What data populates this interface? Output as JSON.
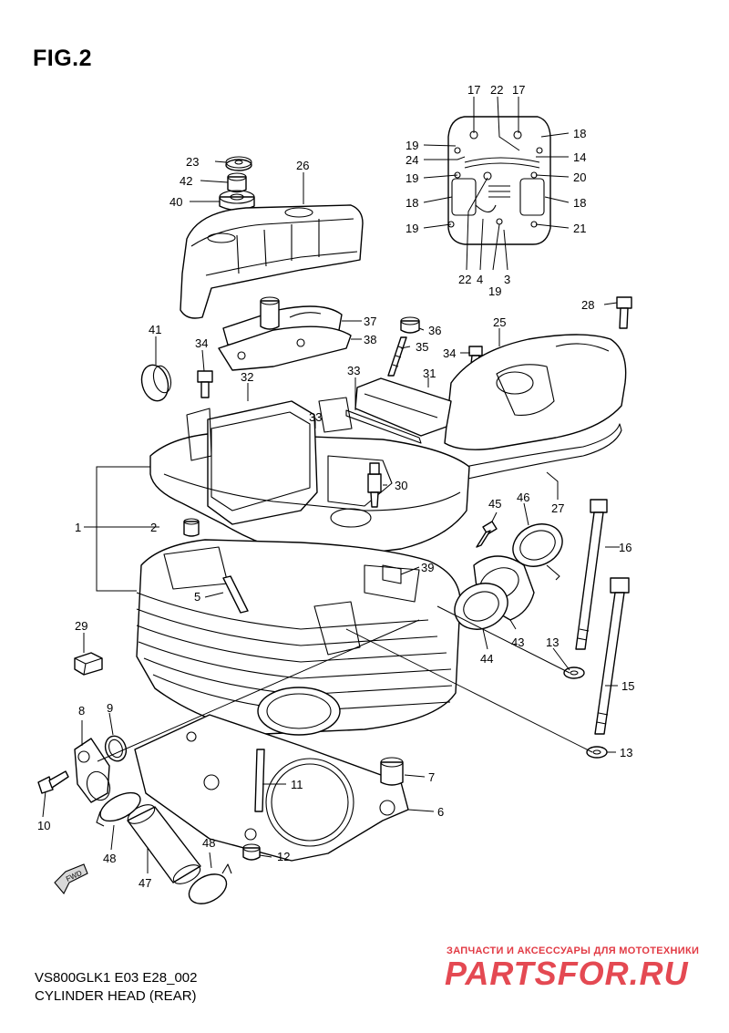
{
  "title": "FIG.2",
  "model_code": "VS800GLK1 E03 E28_002",
  "subtitle": "CYLINDER HEAD (REAR)",
  "watermark": {
    "tagline": "ЗАПЧАСТИ И АКСЕССУАРЫ ДЛЯ МОТОТЕХНИКИ",
    "brand": "PARTSFOR.RU",
    "color": "#e23a44"
  },
  "fwd_label": "FWD",
  "callouts": [
    {
      "id": "c17a",
      "text": "17"
    },
    {
      "id": "c22a",
      "text": "22"
    },
    {
      "id": "c17b",
      "text": "17"
    },
    {
      "id": "c19a",
      "text": "19"
    },
    {
      "id": "c18a",
      "text": "18"
    },
    {
      "id": "c24",
      "text": "24"
    },
    {
      "id": "c14",
      "text": "14"
    },
    {
      "id": "c19b",
      "text": "19"
    },
    {
      "id": "c20",
      "text": "20"
    },
    {
      "id": "c18b",
      "text": "18"
    },
    {
      "id": "c18c",
      "text": "18"
    },
    {
      "id": "c19c",
      "text": "19"
    },
    {
      "id": "c21",
      "text": "21"
    },
    {
      "id": "c22b",
      "text": "22"
    },
    {
      "id": "c4",
      "text": "4"
    },
    {
      "id": "c3",
      "text": "3"
    },
    {
      "id": "c19d",
      "text": "19"
    },
    {
      "id": "c23",
      "text": "23"
    },
    {
      "id": "c42",
      "text": "42"
    },
    {
      "id": "c40",
      "text": "40"
    },
    {
      "id": "c26",
      "text": "26"
    },
    {
      "id": "c28",
      "text": "28"
    },
    {
      "id": "c37",
      "text": "37"
    },
    {
      "id": "c38",
      "text": "38"
    },
    {
      "id": "c36",
      "text": "36"
    },
    {
      "id": "c35",
      "text": "35"
    },
    {
      "id": "c34a",
      "text": "34"
    },
    {
      "id": "c25",
      "text": "25"
    },
    {
      "id": "c41",
      "text": "41"
    },
    {
      "id": "c34b",
      "text": "34"
    },
    {
      "id": "c32",
      "text": "32"
    },
    {
      "id": "c33a",
      "text": "33"
    },
    {
      "id": "c31",
      "text": "31"
    },
    {
      "id": "c33b",
      "text": "33"
    },
    {
      "id": "c30",
      "text": "30"
    },
    {
      "id": "c27",
      "text": "27"
    },
    {
      "id": "c45",
      "text": "45"
    },
    {
      "id": "c46",
      "text": "46"
    },
    {
      "id": "c1",
      "text": "1"
    },
    {
      "id": "c2",
      "text": "2"
    },
    {
      "id": "c16",
      "text": "16"
    },
    {
      "id": "c39",
      "text": "39"
    },
    {
      "id": "c5",
      "text": "5"
    },
    {
      "id": "c29",
      "text": "29"
    },
    {
      "id": "c43",
      "text": "43"
    },
    {
      "id": "c44",
      "text": "44"
    },
    {
      "id": "c13a",
      "text": "13"
    },
    {
      "id": "c15",
      "text": "15"
    },
    {
      "id": "c8",
      "text": "8"
    },
    {
      "id": "c9",
      "text": "9"
    },
    {
      "id": "c13b",
      "text": "13"
    },
    {
      "id": "c11",
      "text": "11"
    },
    {
      "id": "c7",
      "text": "7"
    },
    {
      "id": "c10",
      "text": "10"
    },
    {
      "id": "c6",
      "text": "6"
    },
    {
      "id": "c48a",
      "text": "48"
    },
    {
      "id": "c48b",
      "text": "48"
    },
    {
      "id": "c12",
      "text": "12"
    },
    {
      "id": "c47",
      "text": "47"
    }
  ]
}
